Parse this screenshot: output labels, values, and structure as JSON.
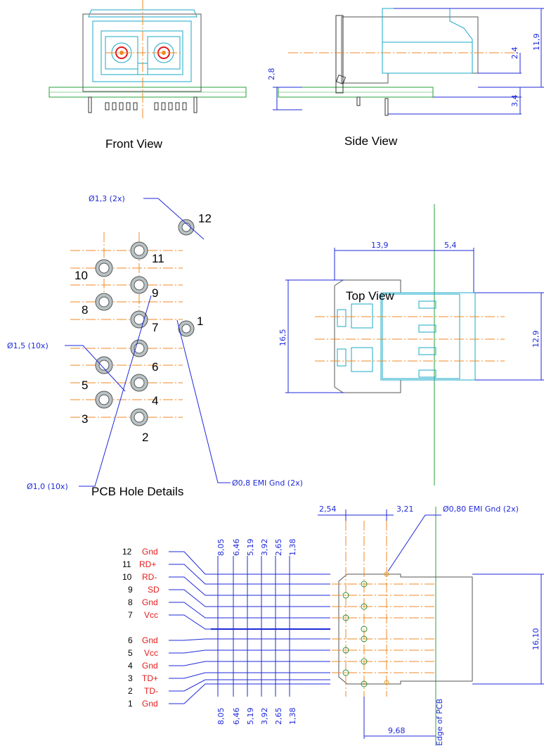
{
  "views": {
    "front": "Front View",
    "side": "Side View",
    "top": "Top View",
    "pcb": "PCB Hole Details"
  },
  "side_dims": {
    "d1": "11,9",
    "d2": "2,4",
    "d3": "2,8",
    "d4": "3,4"
  },
  "top_dims": {
    "w1": "13,9",
    "w2": "5,4",
    "h1": "16,5",
    "h2": "12,9"
  },
  "holes": {
    "numbers": [
      "12",
      "11",
      "10",
      "9",
      "8",
      "7",
      "6",
      "5",
      "4",
      "3",
      "2",
      "1"
    ],
    "callout_13": "Ø1,3 (2x)",
    "callout_15": "Ø1,5 (10x)",
    "callout_10": "Ø1,0 (10x)",
    "callout_08": "Ø0,8 EMI Gnd (2x)"
  },
  "bottom": {
    "pins": [
      {
        "num": "12",
        "sig": "Gnd"
      },
      {
        "num": "11",
        "sig": "RD+"
      },
      {
        "num": "10",
        "sig": "RD-"
      },
      {
        "num": "9",
        "sig": "SD"
      },
      {
        "num": "8",
        "sig": "Gnd"
      },
      {
        "num": "7",
        "sig": "Vcc"
      },
      {
        "num": "6",
        "sig": "Gnd"
      },
      {
        "num": "5",
        "sig": "Vcc"
      },
      {
        "num": "4",
        "sig": "Gnd"
      },
      {
        "num": "3",
        "sig": "TD+"
      },
      {
        "num": "2",
        "sig": "TD-"
      },
      {
        "num": "1",
        "sig": "Gnd"
      }
    ],
    "dims_vertical": [
      "8,05",
      "6,46",
      "5,19",
      "3,92",
      "2,65",
      "1,38"
    ],
    "dim_254": "2,54",
    "dim_321": "3,21",
    "emi_callout": "Ø0,80 EMI Gnd (2x)",
    "dim_1610": "16,10",
    "dim_968": "9,68",
    "edge_label": "Edge of PCB"
  },
  "colors": {
    "dimension": "#1f2ad8",
    "outline": "#1aa9c9",
    "centerline": "#f08a24",
    "pcb": "#27a03a",
    "signal": "#e21b1b"
  }
}
